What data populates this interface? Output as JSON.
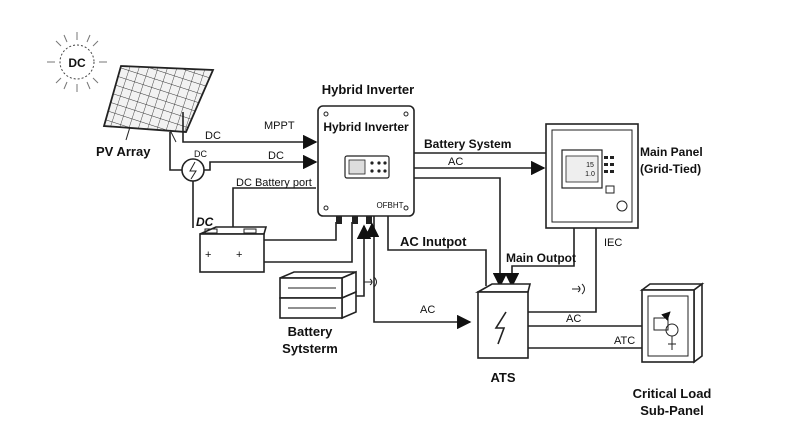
{
  "labels": {
    "sun": "DC",
    "pv_array": "PV Array",
    "hybrid_inverter_title": "Hybrid Inverter",
    "inverter_face": "Hybrid Inverter",
    "inverter_brand": "OFBHT",
    "mppt": "MPPT",
    "dc_top": "DC",
    "dc_mid": "DC",
    "breaker_dc": "DC",
    "dc_battery_port": "DC Battery port",
    "dc_italic": "DC",
    "battery_system_top": "Battery System",
    "ac_top": "AC",
    "main_panel_line1": "Main Panel",
    "main_panel_line2": "(Grid-Tied)",
    "iec": "IEC",
    "ac_input": "AC Inutpot",
    "main_output": "Main Outpot",
    "battery_line1": "Battery",
    "battery_line2": "Sytsterm",
    "ac_low": "AC",
    "ac_right": "AC",
    "atc": "ATC",
    "ats": "ATS",
    "critical_line1": "Critical Load",
    "critical_line2": "Sub-Panel",
    "panel_screen_line1": "15",
    "panel_screen_line2": "1.0"
  }
}
